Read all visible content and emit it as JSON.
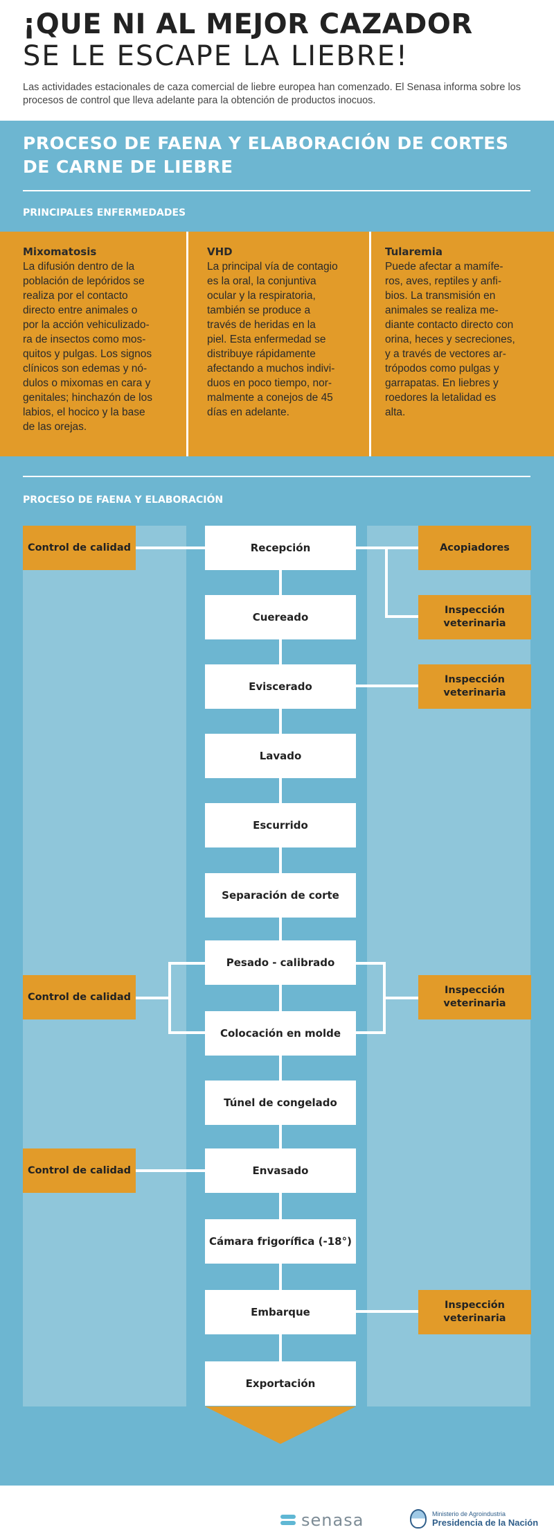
{
  "header": {
    "title_line1": "¡QUE NI AL MEJOR CAZADOR",
    "title_line2": "SE LE ESCAPE LA LIEBRE!",
    "intro": "Las actividades estacionales de caza comercial de liebre europea han comenzado. El Senasa informa sobre los procesos de control que lleva adelante para la obtención de productos inocuos."
  },
  "section": {
    "title_line1": "PROCESO DE FAENA Y ELABORACIÓN DE CORTES",
    "title_line2": "DE CARNE DE LIEBRE",
    "diseases_heading": "PRINCIPALES ENFERMEDADES",
    "diseases": [
      {
        "name": "Mixomatosis",
        "lines": [
          "La difusión dentro de la",
          "población de lepóridos se",
          "realiza por el contacto",
          "directo entre animales o",
          "por la acción vehiculizado-",
          "ra de insectos como mos-",
          "quitos y pulgas. Los signos",
          "clínicos son edemas y nó-",
          "dulos o mixomas en cara y",
          "genitales; hinchazón de los",
          "labios, el hocico y la base",
          "de las orejas."
        ]
      },
      {
        "name": "VHD",
        "lines": [
          "La principal vía de contagio",
          "es la oral, la conjuntiva",
          "ocular y la respiratoria,",
          "también se produce a",
          "través de heridas en la",
          "piel. Esta enfermedad se",
          "distribuye rápidamente",
          "afectando a muchos indivi-",
          "duos en poco tiempo, nor-",
          "malmente a conejos de 45",
          "días en adelante."
        ]
      },
      {
        "name": "Tularemia",
        "lines": [
          "Puede afectar a mamífe-",
          "ros, aves, reptiles y anfi-",
          "bios. La transmisión en",
          "animales se realiza me-",
          "diante contacto directo con",
          "orina, heces y secreciones,",
          "y a través de vectores ar-",
          "trópodos como pulgas y",
          "garrapatas. En liebres y",
          "roedores la letalidad es",
          "alta."
        ]
      }
    ],
    "process_heading": "PROCESO DE FAENA Y ELABORACIÓN"
  },
  "flow": {
    "steps": [
      "Recepción",
      "Cuereado",
      "Eviscerado",
      "Lavado",
      "Escurrido",
      "Separación de corte",
      "Pesado - calibrado",
      "Colocación en molde",
      "Túnel de congelado",
      "Envasado",
      "Cámara frigorífica (-18°)",
      "Embarque",
      "Exportación"
    ],
    "left_tags": [
      "Control de calidad",
      "Control de calidad",
      "Control de calidad"
    ],
    "right_tags": [
      "Acopiadores",
      "Inspección veterinaria",
      "Inspección veterinaria",
      "Inspección veterinaria",
      "Inspección veterinaria"
    ]
  },
  "footer": {
    "logo_text": "senasa",
    "ministry_small": "Ministerio de Agroindustria",
    "ministry_big": "Presidencia de la Nación"
  }
}
